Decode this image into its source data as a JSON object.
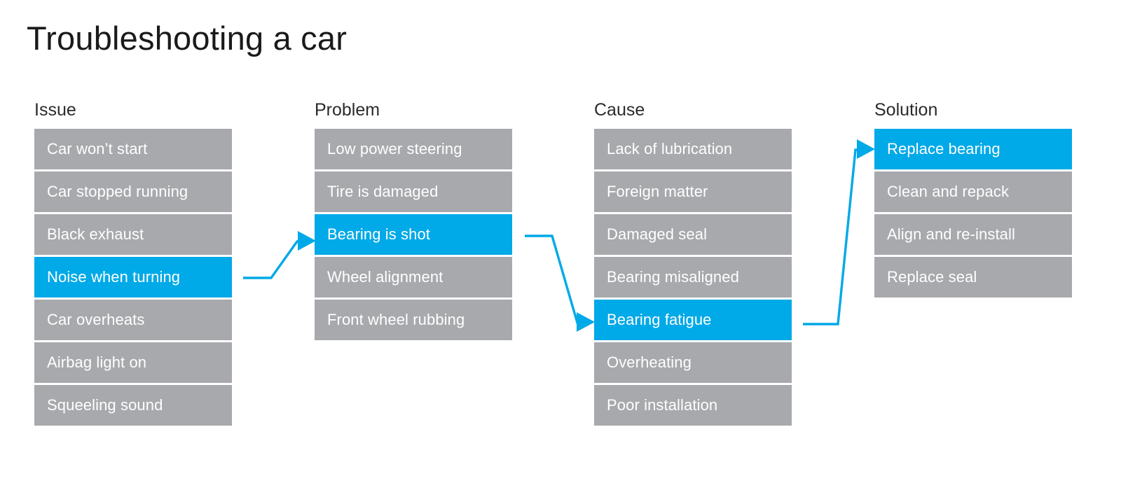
{
  "title": "Troubleshooting a car",
  "colors": {
    "accent": "#00a9e7",
    "row_default": "#a7a9ac",
    "row_text": "#ffffff",
    "header_text": "#2b2b2b",
    "title_text": "#1a1a1a",
    "background": "#ffffff",
    "connector": "#00a9e7"
  },
  "columns": [
    {
      "header": "Issue",
      "rows": [
        {
          "label": "Car won’t start",
          "highlighted": false
        },
        {
          "label": "Car stopped running",
          "highlighted": false
        },
        {
          "label": "Black exhaust",
          "highlighted": false
        },
        {
          "label": "Noise when turning",
          "highlighted": true
        },
        {
          "label": "Car overheats",
          "highlighted": false
        },
        {
          "label": "Airbag light on",
          "highlighted": false
        },
        {
          "label": "Squeeling sound",
          "highlighted": false
        }
      ]
    },
    {
      "header": "Problem",
      "rows": [
        {
          "label": "Low power steering",
          "highlighted": false
        },
        {
          "label": "Tire is damaged",
          "highlighted": false
        },
        {
          "label": "Bearing is shot",
          "highlighted": true
        },
        {
          "label": "Wheel alignment",
          "highlighted": false
        },
        {
          "label": "Front wheel rubbing",
          "highlighted": false
        }
      ]
    },
    {
      "header": "Cause",
      "rows": [
        {
          "label": "Lack of lubrication",
          "highlighted": false
        },
        {
          "label": "Foreign matter",
          "highlighted": false
        },
        {
          "label": "Damaged seal",
          "highlighted": false
        },
        {
          "label": "Bearing misaligned",
          "highlighted": false
        },
        {
          "label": "Bearing fatigue",
          "highlighted": true
        },
        {
          "label": "Overheating",
          "highlighted": false
        },
        {
          "label": "Poor installation",
          "highlighted": false
        }
      ]
    },
    {
      "header": "Solution",
      "rows": [
        {
          "label": "Replace bearing",
          "highlighted": true
        },
        {
          "label": "Clean and repack",
          "highlighted": false
        },
        {
          "label": "Align and re-install",
          "highlighted": false
        },
        {
          "label": "Replace seal",
          "highlighted": false
        }
      ]
    }
  ],
  "connectors": [
    {
      "name": "issue-to-problem",
      "from": "Noise when turning",
      "to": "Bearing is shot"
    },
    {
      "name": "problem-to-cause",
      "from": "Bearing is shot",
      "to": "Bearing fatigue"
    },
    {
      "name": "cause-to-solution",
      "from": "Bearing fatigue",
      "to": "Replace bearing"
    }
  ]
}
